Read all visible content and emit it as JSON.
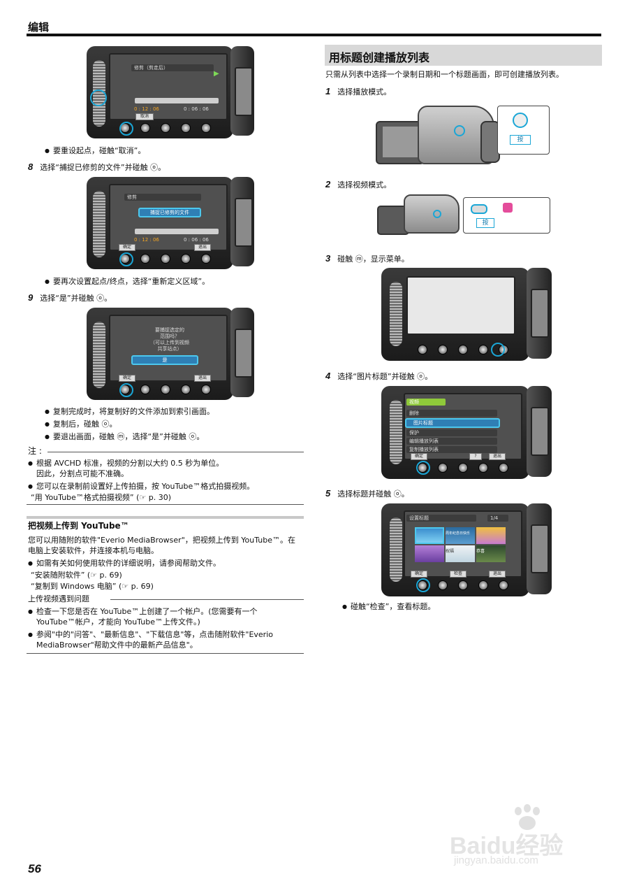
{
  "header": {
    "section": "编辑"
  },
  "page_number": "56",
  "left": {
    "cam1": {
      "bar_label": "修剪（剪走后）",
      "time_left": "0 : 12 : 06",
      "time_right": "0 : 06 : 06",
      "cancel": "取消"
    },
    "note1": "要重设起点，碰触“取消”。",
    "step8": {
      "num": "8",
      "text": "选择“捕捉已修剪的文件”并碰触 ⓞ。"
    },
    "cam2": {
      "title": "修剪",
      "highlight": "捕捉已修剪的文件",
      "time_left": "0 : 12 : 06",
      "time_right": "0 : 06 : 06",
      "ok": "确定",
      "exit": "退出"
    },
    "note2": "要再次设置起点/终点，选择“重新定义区域”。",
    "step9": {
      "num": "9",
      "text": "选择“是”并碰触 ⓞ。"
    },
    "cam3": {
      "message": "要捕捉选定的\n范围吗？\n（可以上传到视频\n共享站点）",
      "yes": "是",
      "ok": "确定",
      "exit": "退出"
    },
    "bullets9": [
      "复制完成时，将复制好的文件添加到索引画面。",
      "复制后，碰触 ⓞ。",
      "要退出画面，碰触 ⓜ，选择“是”并碰触 ⓞ。"
    ],
    "note_label": "注 :",
    "notes": [
      "根据 AVCHD 标准，视频的分割以大约 0.5 秒为单位。",
      "因此，分割点可能不准确。",
      "您可以在录制前设置好上传拍摄，按 YouTube™格式拍摄视频。"
    ],
    "note_ref": "“用 YouTube™格式拍摄视频” (☞ p. 30)",
    "yt_title": "把视频上传到 YouTube™",
    "yt_para1": "您可以用随附的软件\"Everio MediaBrowser\"，把视频上传到 YouTube™。在",
    "yt_para2": "电脑上安装软件，并连接本机与电脑。",
    "yt_bullet": "如需有关如何使用软件的详细说明，请参阅帮助文件。",
    "yt_ref1": "“安装随附软件” (☞ p. 69)",
    "yt_ref2": "“复制到 Windows 电脑” (☞ p. 69)",
    "trouble_label": "上传视频遇到问题",
    "trouble1a": "检查一下您是否在 YouTube™上创建了一个帐户。(您需要有一个",
    "trouble1b": "YouTube™帐户，才能向 YouTube™上传文件。)",
    "trouble2a": "参阅\"中的\"问答\"、\"最新信息\"、\"下载信息\"等，点击随附软件\"Everio",
    "trouble2b": "MediaBrowser\"帮助文件中的最新产品信息\"。"
  },
  "right": {
    "title": "用标题创建播放列表",
    "intro": "只需从列表中选择一个录制日期和一个标题画面，即可创建播放列表。",
    "step1": {
      "num": "1",
      "text": "选择播放模式。",
      "press": "按"
    },
    "step2": {
      "num": "2",
      "text": "选择视频模式。",
      "press": "按"
    },
    "step3": {
      "num": "3",
      "text": "碰触 ⓜ，显示菜单。"
    },
    "step4": {
      "num": "4",
      "text": "选择“图片标题”并碰触 ⓞ。"
    },
    "menu4": {
      "header": "视频",
      "items": [
        "删除",
        "图片标题",
        "保护",
        "编辑播放列表",
        "复制播放列表"
      ],
      "ok": "确定",
      "help": "?",
      "exit": "退出"
    },
    "step5": {
      "num": "5",
      "text": "选择标题并碰触 ⓞ。"
    },
    "menu5": {
      "header": "设置标题",
      "page": "1/4",
      "tiles": [
        "",
        "周年纪念日快乐",
        "",
        "",
        "祝福",
        "恭喜"
      ],
      "ok": "确定",
      "check": "检查",
      "exit": "退出"
    },
    "note5": "碰触“检查”，查看标题。"
  },
  "watermark": {
    "brand": "Baidu经验",
    "url": "jingyan.baidu.com"
  }
}
